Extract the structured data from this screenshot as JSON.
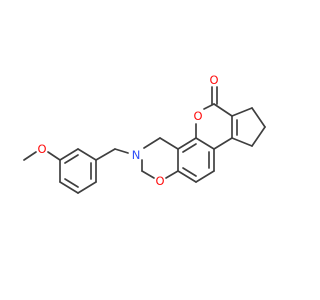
{
  "molecule": {
    "atoms": {
      "o_methoxy": {
        "text": "O",
        "color": "#ff0d0d"
      },
      "n_ring": {
        "text": "N",
        "color": "#304ff7"
      },
      "o_oxazine": {
        "text": "O",
        "color": "#ff0d0d"
      },
      "o_lactone": {
        "text": "O",
        "color": "#ff0d0d"
      },
      "o_carbonyl": {
        "text": "O",
        "color": "#ff0d0d"
      }
    },
    "bond_color": "#3f3f3f"
  }
}
